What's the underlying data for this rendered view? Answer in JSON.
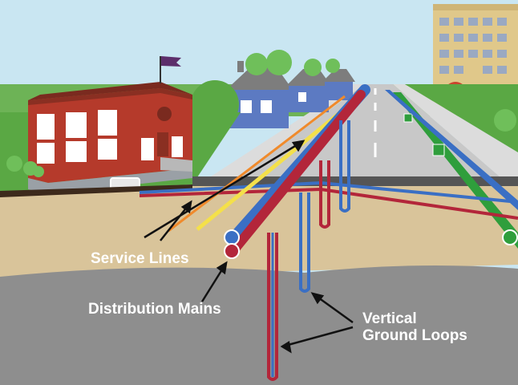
{
  "labels": {
    "service_lines": "Service Lines",
    "distribution_mains": "Distribution Mains",
    "vertical_ground_loops_line1": "Vertical",
    "vertical_ground_loops_line2": "Ground Loops"
  },
  "colors": {
    "sky": "#c9e6f2",
    "grass": "#5aa844",
    "soil": "#d9c49a",
    "rock": "#8e8e8e",
    "road": "#c8c8c8",
    "pipe_blue": "#3a6fc4",
    "pipe_red": "#b3263a",
    "pipe_green": "#2f9e3c",
    "pipe_gray": "#555555",
    "service_orange": "#f08a2b",
    "service_yellow": "#f4e04a",
    "brick": "#b53a2b",
    "house_blue": "#5c7ac2",
    "tower": "#e0c88a"
  },
  "icons": [
    "flag-icon",
    "arrow-icon"
  ]
}
